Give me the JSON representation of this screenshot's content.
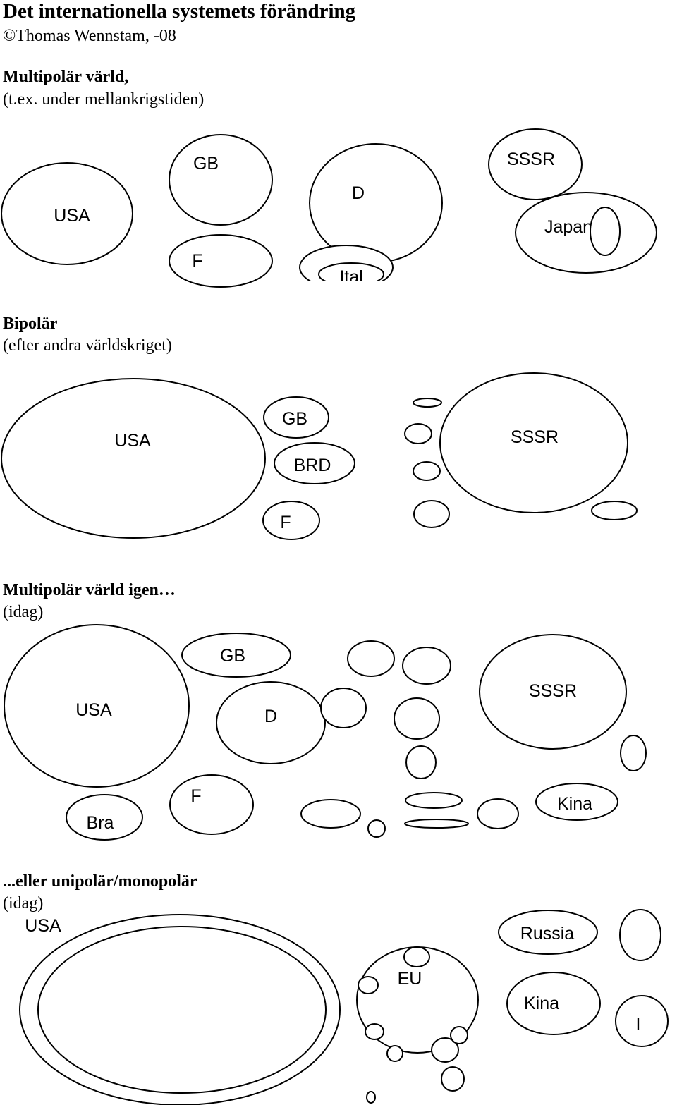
{
  "header": {
    "title": "Det internationella systemets förändring",
    "author": "©Thomas Wennstam, -08"
  },
  "sections": [
    {
      "title": "Multipolär värld,",
      "subtitle": "(t.ex. under mellankrigstiden)"
    },
    {
      "title": "Bipolär",
      "subtitle": "(efter andra världskriget)"
    },
    {
      "title": "Multipolär värld igen…",
      "subtitle": "(idag)"
    },
    {
      "title": "...eller unipolär/monopolär",
      "subtitle": "(idag)"
    }
  ],
  "labels": {
    "s1": {
      "usa": "USA",
      "gb": "GB",
      "f": "F",
      "d": "D",
      "ital": "Ital",
      "sssr": "SSSR",
      "japan": "Japan"
    },
    "s2": {
      "usa": "USA",
      "gb": "GB",
      "brd": "BRD",
      "f": "F",
      "sssr": "SSSR"
    },
    "s3": {
      "usa": "USA",
      "gb": "GB",
      "d": "D",
      "f": "F",
      "bra": "Bra",
      "sssr": "SSSR",
      "kina": "Kina"
    },
    "s4": {
      "usa": "USA",
      "russia": "Russia",
      "eu": "EU",
      "kina": "Kina",
      "i": "I"
    }
  }
}
